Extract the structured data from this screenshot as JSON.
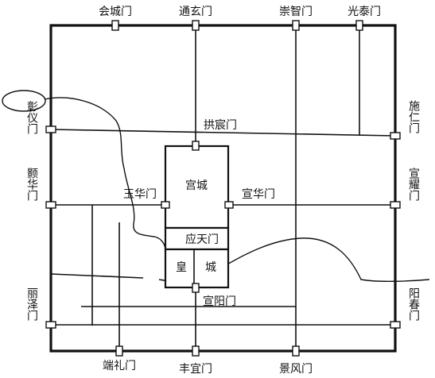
{
  "north_gates": [
    "会城门",
    "通玄门",
    "崇智门",
    "光泰门"
  ],
  "south_gates": [
    "端礼门",
    "丰宜门",
    "景风门"
  ],
  "west_gates": [
    "彰仪门",
    "颢华门",
    "丽泽门"
  ],
  "east_gates": [
    "施仁门",
    "宣耀门",
    "阳春门"
  ],
  "palace": {
    "name": "宫城",
    "north_gate": "拱宸门",
    "west_gate": "玉华门",
    "east_gate": "宣华门",
    "south_gate": "应天门"
  },
  "imperial_city": {
    "char_left": "皇",
    "char_right": "城",
    "south_gate": "宣阳门"
  }
}
